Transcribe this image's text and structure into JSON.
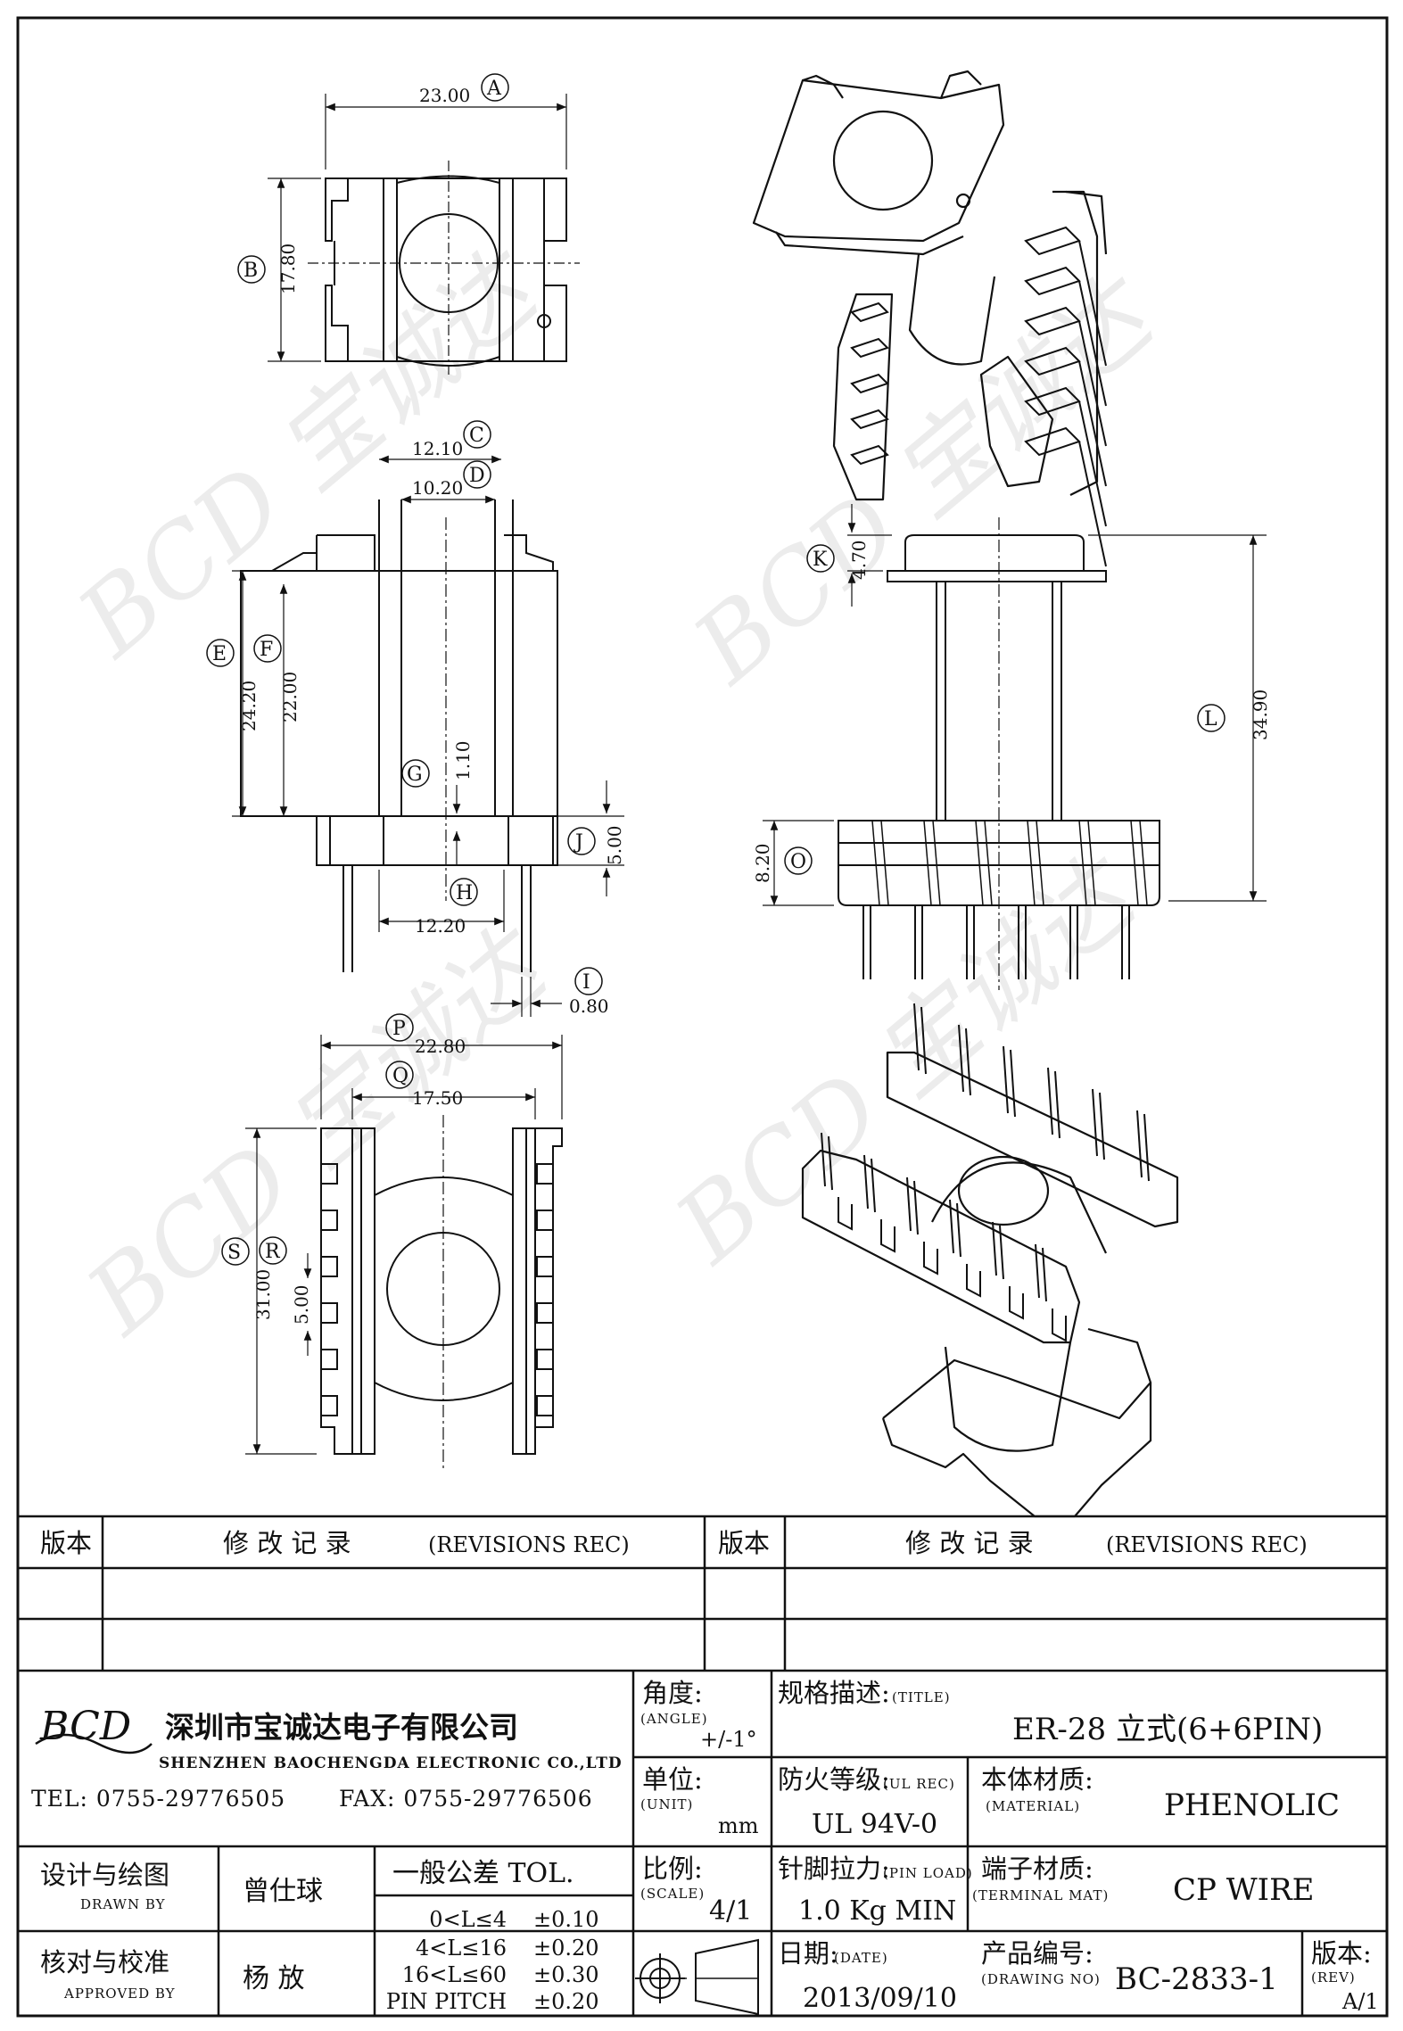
{
  "dimensions": {
    "A": {
      "letter": "A",
      "value": "23.00"
    },
    "B": {
      "letter": "B",
      "value": "17.80"
    },
    "C": {
      "letter": "C",
      "value": "12.10"
    },
    "D": {
      "letter": "D",
      "value": "10.20"
    },
    "E": {
      "letter": "E",
      "value": "24.20"
    },
    "F": {
      "letter": "F",
      "value": "22.00"
    },
    "G": {
      "letter": "G",
      "value": "1.10"
    },
    "H": {
      "letter": "H",
      "value": "12.20"
    },
    "I": {
      "letter": "I",
      "value": "0.80"
    },
    "J": {
      "letter": "J",
      "value": "5.00"
    },
    "K": {
      "letter": "K",
      "value": "4.70"
    },
    "L": {
      "letter": "L",
      "value": "34.90"
    },
    "O": {
      "letter": "O",
      "value": "8.20"
    },
    "P": {
      "letter": "P",
      "value": "22.80"
    },
    "Q": {
      "letter": "Q",
      "value": "17.50"
    },
    "R": {
      "letter": "R",
      "value": "5.00"
    },
    "S": {
      "letter": "S",
      "value": "31.00"
    }
  },
  "revisions": {
    "version_label": "版本",
    "record_label": "修 改 记 录",
    "record_en": "(REVISIONS REC)"
  },
  "company": {
    "logo_text": "BCD",
    "name_cn": "深圳市宝诚达电子有限公司",
    "name_en": "SHENZHEN BAOCHENGDA ELECTRONIC CO.,LTD",
    "tel": "TEL: 0755-29776505",
    "fax": "FAX: 0755-29776506"
  },
  "angle": {
    "label": "角度:",
    "label_en": "(ANGLE)",
    "value": "+/-1°"
  },
  "unit": {
    "label": "单位:",
    "label_en": "(UNIT)",
    "value": "mm"
  },
  "scale": {
    "label": "比例:",
    "label_en": "(SCALE)",
    "value": "4/1"
  },
  "title": {
    "label": "规格描述:",
    "label_en": "(TITLE)",
    "value": "ER-28 立式(6+6PIN)"
  },
  "ul": {
    "label": "防火等级:",
    "label_en": "(UL REC)",
    "value": "UL 94V-0"
  },
  "material": {
    "label": "本体材质:",
    "label_en": "(MATERIAL)",
    "value": "PHENOLIC"
  },
  "pin_load": {
    "label": "针脚拉力:",
    "label_en": "(PIN LOAD)",
    "value": "1.0 Kg MIN"
  },
  "terminal": {
    "label": "端子材质:",
    "label_en": "(TERMINAL MAT)",
    "value": "CP WIRE"
  },
  "drawn": {
    "label": "设计与绘图",
    "label_en": "DRAWN BY",
    "name": "曾仕球"
  },
  "approved": {
    "label": "核对与校准",
    "label_en": "APPROVED BY",
    "name": "杨  放"
  },
  "tolerance": {
    "label": "一般公差 TOL.",
    "rows": [
      {
        "range": "0<L≤4",
        "tol": "±0.10"
      },
      {
        "range": "4<L≤16",
        "tol": "±0.20"
      },
      {
        "range": "16<L≤60",
        "tol": "±0.30"
      },
      {
        "range": "PIN PITCH",
        "tol": "±0.20"
      }
    ]
  },
  "date": {
    "label": "日期:",
    "label_en": "(DATE)",
    "value": "2013/09/10"
  },
  "drawing_no": {
    "label": "产品编号:",
    "label_en": "(DRAWING NO)",
    "value": "BC-2833-1"
  },
  "rev": {
    "label": "版本:",
    "label_en": "(REV)",
    "value": "A/1"
  }
}
